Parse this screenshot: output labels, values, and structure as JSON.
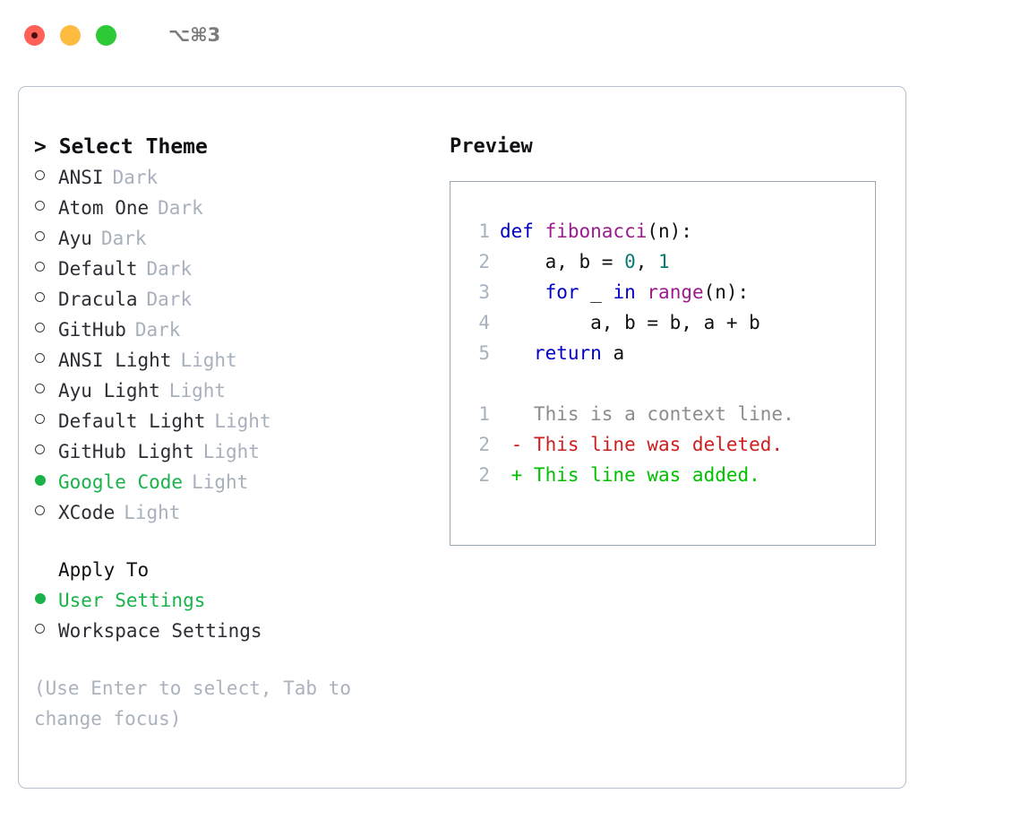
{
  "window": {
    "title": "⌥⌘3",
    "traffic_lights": [
      {
        "name": "close",
        "color": "#ff6058"
      },
      {
        "name": "minimize",
        "color": "#fdbc40"
      },
      {
        "name": "zoom",
        "color": "#2dc937"
      }
    ]
  },
  "theme_picker": {
    "header": "> Select Theme",
    "items": [
      {
        "marker": "o",
        "label": "ANSI",
        "suffix": "Dark",
        "selected": false
      },
      {
        "marker": "o",
        "label": "Atom One",
        "suffix": "Dark",
        "selected": false
      },
      {
        "marker": "o",
        "label": "Ayu",
        "suffix": "Dark",
        "selected": false
      },
      {
        "marker": "o",
        "label": "Default",
        "suffix": "Dark",
        "selected": false
      },
      {
        "marker": "o",
        "label": "Dracula",
        "suffix": "Dark",
        "selected": false
      },
      {
        "marker": "o",
        "label": "GitHub",
        "suffix": "Dark",
        "selected": false
      },
      {
        "marker": "o",
        "label": "ANSI Light",
        "suffix": "Light",
        "selected": false
      },
      {
        "marker": "o",
        "label": "Ayu Light",
        "suffix": "Light",
        "selected": false
      },
      {
        "marker": "o",
        "label": "Default Light",
        "suffix": "Light",
        "selected": false
      },
      {
        "marker": "o",
        "label": "GitHub Light",
        "suffix": "Light",
        "selected": false
      },
      {
        "marker": "●",
        "label": "Google Code",
        "suffix": "Light",
        "selected": true
      },
      {
        "marker": "o",
        "label": "XCode",
        "suffix": "Light",
        "selected": false
      }
    ]
  },
  "apply_to": {
    "header": "Apply To",
    "options": [
      {
        "label": "User Settings",
        "selected": true
      },
      {
        "label": "Workspace Settings",
        "selected": false
      }
    ]
  },
  "hint": "(Use Enter to select, Tab to change focus)",
  "preview": {
    "title": "Preview",
    "code_lines": [
      {
        "lineno": "1",
        "tokens": [
          {
            "t": "def ",
            "c": "kw"
          },
          {
            "t": "fibonacci",
            "c": "fn"
          },
          {
            "t": "(n):",
            "c": "pl"
          }
        ]
      },
      {
        "lineno": "2",
        "tokens": [
          {
            "t": "    a, b = ",
            "c": "pl"
          },
          {
            "t": "0",
            "c": "num"
          },
          {
            "t": ", ",
            "c": "pl"
          },
          {
            "t": "1",
            "c": "num"
          }
        ]
      },
      {
        "lineno": "3",
        "tokens": [
          {
            "t": "    for",
            "c": "kw"
          },
          {
            "t": " _ ",
            "c": "pl"
          },
          {
            "t": "in",
            "c": "kw"
          },
          {
            "t": " ",
            "c": "pl"
          },
          {
            "t": "range",
            "c": "fn"
          },
          {
            "t": "(n):",
            "c": "pl"
          }
        ]
      },
      {
        "lineno": "4",
        "tokens": [
          {
            "t": "        a, b = b, a + b",
            "c": "pl"
          }
        ]
      },
      {
        "lineno": "5",
        "tokens": [
          {
            "t": "   return",
            "c": "kw"
          },
          {
            "t": " a",
            "c": "pl"
          }
        ]
      }
    ],
    "diff_lines": [
      {
        "lineno": "1",
        "text": "   This is a context line.",
        "kind": "context"
      },
      {
        "lineno": "2",
        "text": " - This line was deleted.",
        "kind": "deleted"
      },
      {
        "lineno": "2",
        "text": " + This line was added.",
        "kind": "added"
      }
    ]
  },
  "colors": {
    "selected_green": "#19b34a",
    "suffix_gray": "#a7b0bc",
    "keyword_blue": "#0000c0",
    "function_purple": "#9b1b8f",
    "number_teal": "#0a7b73",
    "deleted_red": "#cc2020",
    "added_green": "#00c000",
    "panel_border": "#b6bfca",
    "preview_border": "#9aa6b4"
  }
}
